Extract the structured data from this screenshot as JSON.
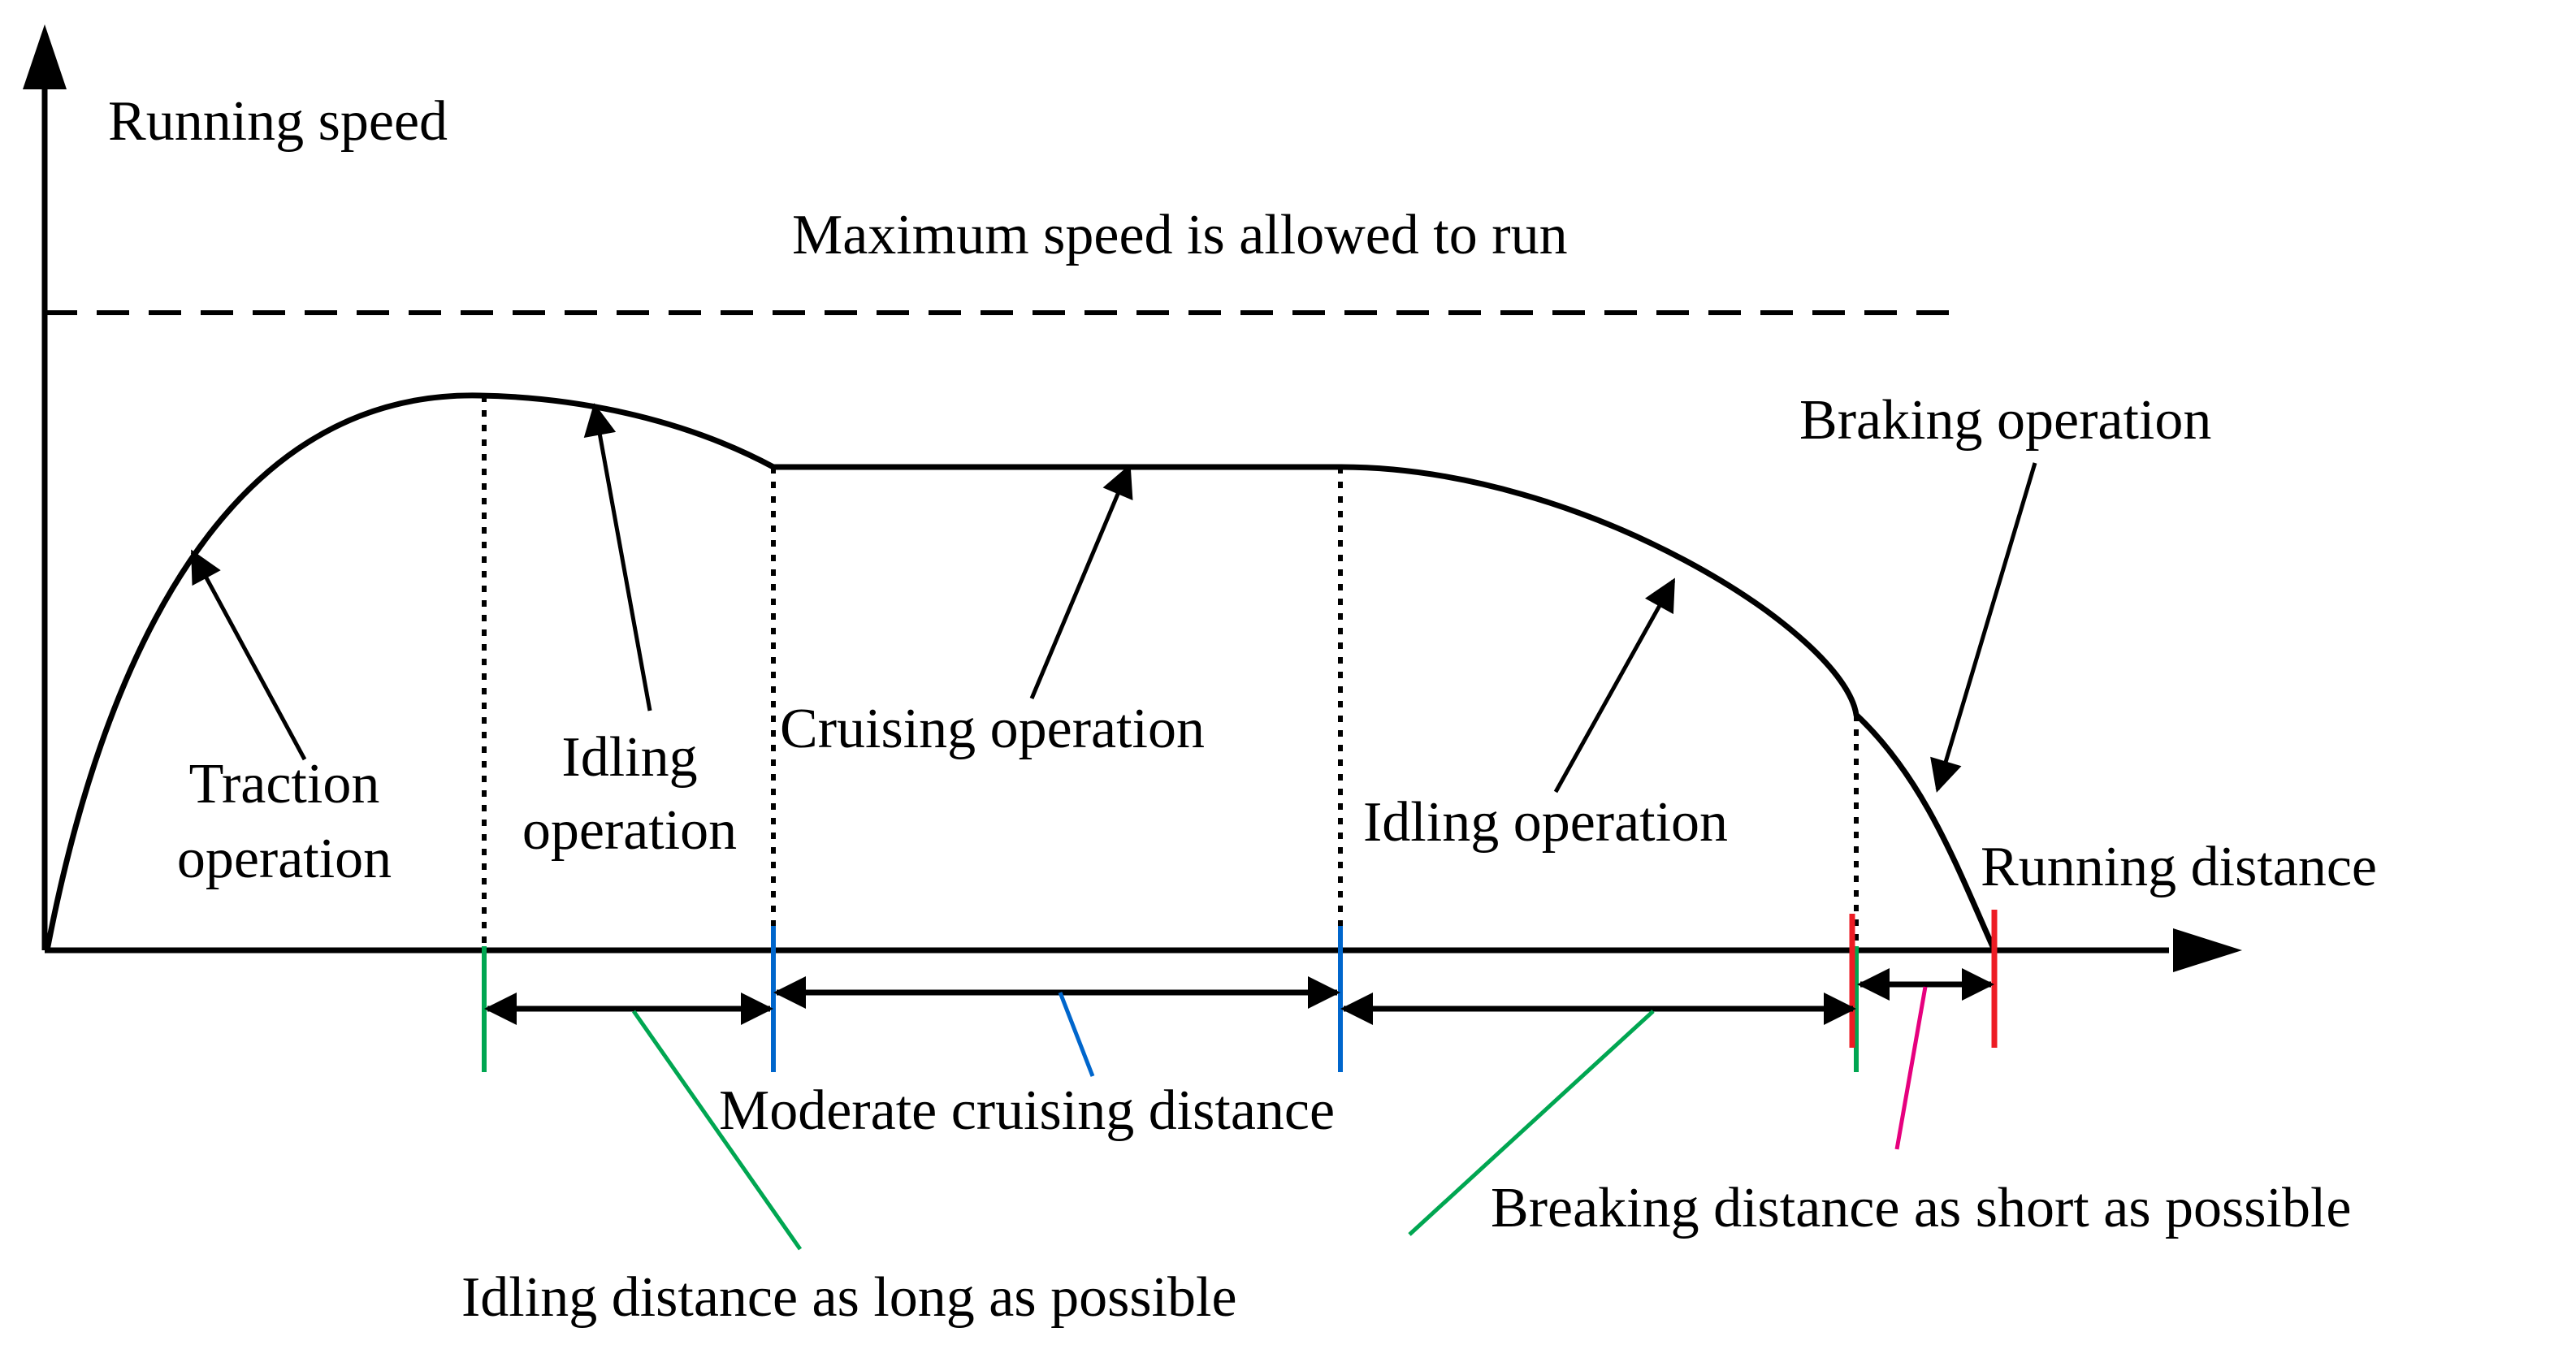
{
  "axes": {
    "y_label": "Running speed",
    "x_label": "Running distance"
  },
  "max_speed_label": "Maximum speed is allowed to run",
  "phases": {
    "traction": [
      "Traction",
      "operation"
    ],
    "idling_1": [
      "Idling",
      "operation"
    ],
    "cruising": "Cruising operation",
    "idling_2": "Idling operation",
    "braking": "Braking operation"
  },
  "distances": {
    "moderate_cruising": "Moderate cruising distance",
    "idling_long": "Idling distance as long as possible",
    "breaking_short": "Breaking distance as short as possible"
  },
  "colors": {
    "idling_marker": "#00a651",
    "cruising_marker": "#0066cc",
    "braking_marker": "#ed1c24",
    "braking_leader": "#e6007e",
    "line": "#000000"
  }
}
